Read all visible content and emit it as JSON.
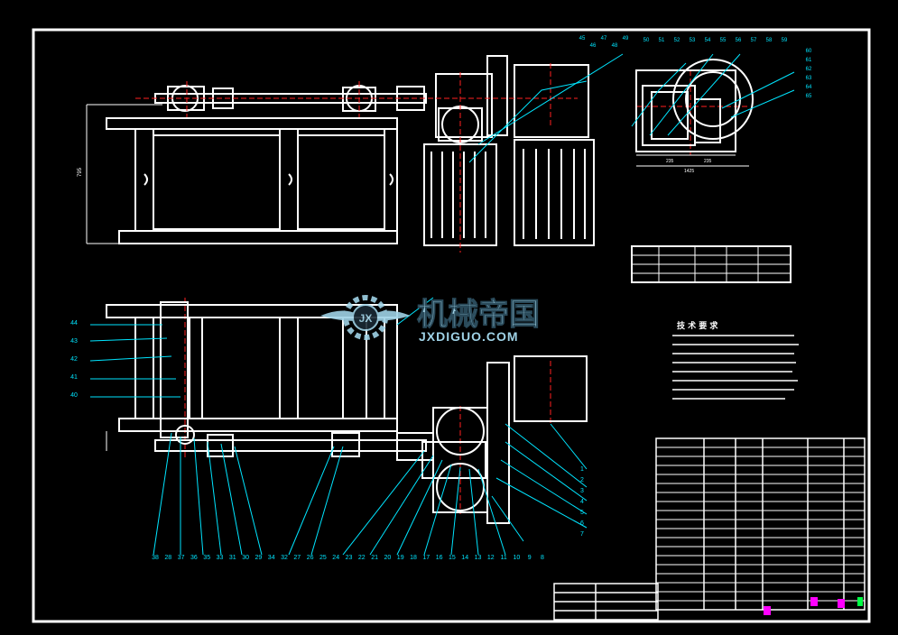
{
  "colors": {
    "background": "#000000",
    "outline": "#ffffff",
    "leader": "#00e5ff",
    "centerline": "#ff2020",
    "watermark": "#9fd2e6",
    "magenta": "#ff00ff",
    "green": "#00ff44"
  },
  "watermark": {
    "cn": "机械帝国",
    "en": "JXDIGUO.COM",
    "badge": "JX",
    "icon": "gear-wings-logo"
  },
  "tech_requirements": {
    "title": "技 术 要 求",
    "lines": [
      "1. ",
      "2. ",
      "3. ",
      "4. ",
      "5. ",
      "6. "
    ]
  },
  "balloons_bottom": [
    "38",
    "28",
    "37",
    "36",
    "35",
    "33",
    "31",
    "30",
    "29",
    "34",
    "32",
    "27",
    "26",
    "25",
    "24",
    "23",
    "22",
    "21",
    "20",
    "19",
    "18",
    "17",
    "16",
    "15",
    "14",
    "13",
    "12",
    "11",
    "10",
    "9",
    "8"
  ],
  "balloons_left": [
    "44",
    "43",
    "42",
    "41",
    "40"
  ],
  "balloons_right": [
    "1",
    "2",
    "3",
    "4",
    "5",
    "6",
    "7"
  ],
  "balloons_top_small": [
    "45",
    "46",
    "47",
    "48",
    "49"
  ],
  "balloons_top_right": [
    "50",
    "51",
    "52",
    "53",
    "54",
    "55",
    "56",
    "57",
    "58",
    "59",
    "60",
    "61",
    "62",
    "63",
    "64",
    "65"
  ],
  "labels": {
    "dim_vertical": "795",
    "dim_bottom_a": "235",
    "dim_bottom_b": "235",
    "dim_overall": "1425"
  }
}
